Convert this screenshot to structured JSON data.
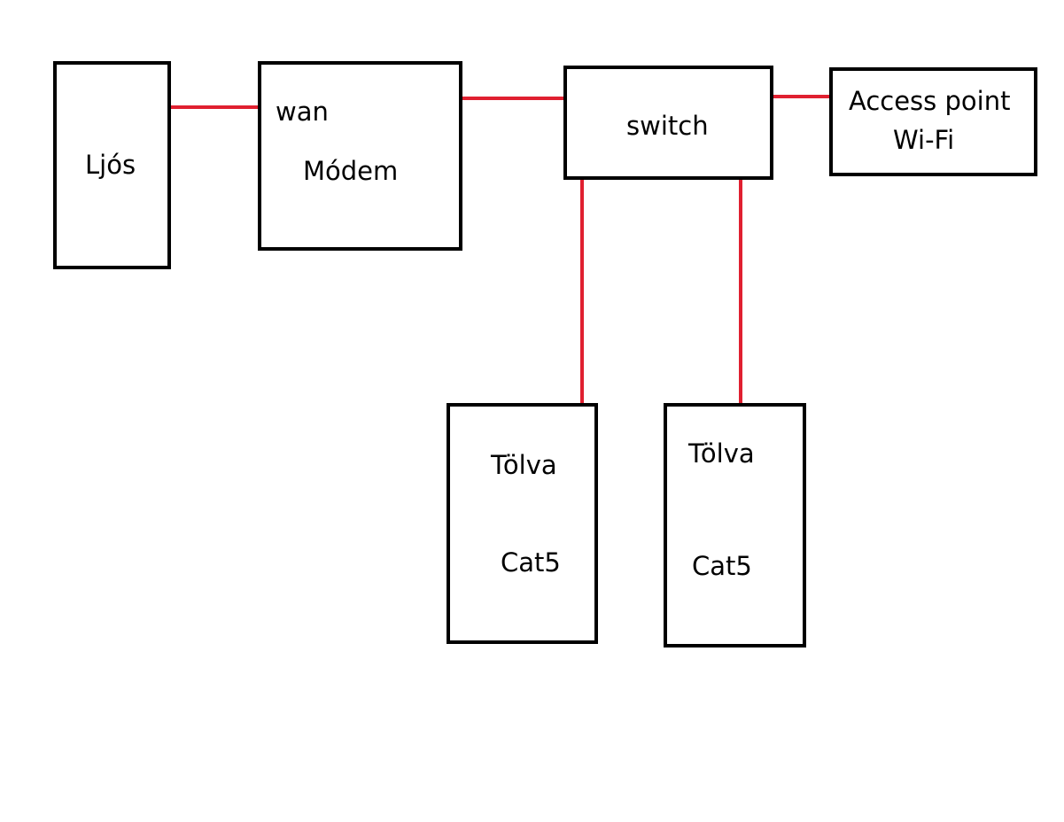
{
  "diagram": {
    "nodes": {
      "ljos": {
        "label": "Ljós"
      },
      "modem": {
        "label": "Módem",
        "port_label": "wan"
      },
      "switch": {
        "label": "switch"
      },
      "access_point": {
        "label_line1": "Access point",
        "label_line2": "Wi-Fi"
      },
      "tolva_1": {
        "label": "Tölva",
        "cable_label": "Cat5"
      },
      "tolva_2": {
        "label": "Tölva",
        "cable_label": "Cat5"
      }
    },
    "edges": [
      {
        "from": "ljos",
        "to": "modem"
      },
      {
        "from": "modem",
        "to": "switch"
      },
      {
        "from": "switch",
        "to": "access_point"
      },
      {
        "from": "switch",
        "to": "tolva_1"
      },
      {
        "from": "switch",
        "to": "tolva_2"
      }
    ],
    "colors": {
      "box_border": "#000000",
      "wire": "#e02030"
    }
  }
}
